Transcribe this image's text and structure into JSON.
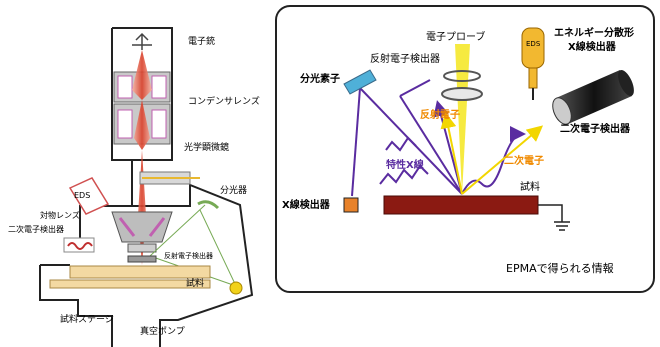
{
  "left": {
    "labels": {
      "electron_gun": "電子銃",
      "condenser_lens": "コンデンサレンズ",
      "optical_microscope": "光学顕微鏡",
      "spectrometer": "分光器",
      "eds": "EDS",
      "objective_lens": "対物レンズ",
      "secondary_detector": "二次電子検出器",
      "backscatter_detector": "反射電子検出器",
      "specimen": "試料",
      "specimen_stage": "試料ステージ",
      "vacuum_pump": "真空ポンプ"
    }
  },
  "right": {
    "labels": {
      "electron_probe": "電子プローブ",
      "backscatter_detector": "反射電子検出器",
      "energy_dispersive_line1": "エネルギー分散形",
      "energy_dispersive_line2": "X線検出器",
      "eds_tag": "EDS",
      "analyzing_crystal": "分光素子",
      "backscattered_electrons": "反射電子",
      "characteristic_xray": "特性X線",
      "secondary_electrons": "二次電子",
      "secondary_detector": "二次電子検出器",
      "specimen": "試料",
      "xray_detector": "X線検出器",
      "caption": "EPMAで得られる情報"
    },
    "colors": {
      "beam": "#f5e61e",
      "xray_path": "#5a2ca0",
      "backscatter_text": "#f08a00",
      "specimen": "#8b1a12"
    }
  }
}
